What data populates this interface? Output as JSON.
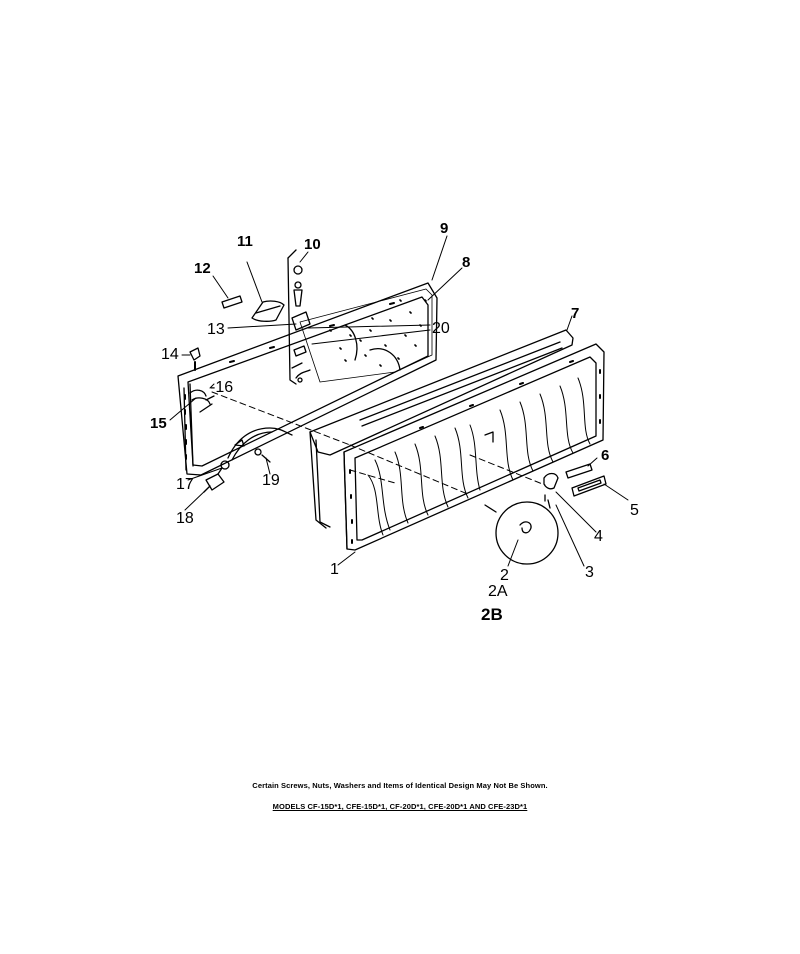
{
  "part_labels": [
    {
      "id": "1",
      "text": "1"
    },
    {
      "id": "2",
      "text": "2"
    },
    {
      "id": "2A",
      "text": "2A"
    },
    {
      "id": "2B",
      "text": "2B"
    },
    {
      "id": "3",
      "text": "3"
    },
    {
      "id": "4",
      "text": "4"
    },
    {
      "id": "5",
      "text": "5"
    },
    {
      "id": "6",
      "text": "6"
    },
    {
      "id": "7",
      "text": "7"
    },
    {
      "id": "8",
      "text": "8"
    },
    {
      "id": "9",
      "text": "9"
    },
    {
      "id": "10",
      "text": "10"
    },
    {
      "id": "11",
      "text": "11"
    },
    {
      "id": "12",
      "text": "12"
    },
    {
      "id": "13",
      "text": "13"
    },
    {
      "id": "14",
      "text": "14"
    },
    {
      "id": "15",
      "text": "15"
    },
    {
      "id": "16",
      "text": "-16"
    },
    {
      "id": "17",
      "text": "17"
    },
    {
      "id": "18",
      "text": "18"
    },
    {
      "id": "19",
      "text": "19"
    },
    {
      "id": "20",
      "text": "20"
    }
  ],
  "notes": {
    "disclaimer": "Certain Screws, Nuts, Washers and Items of Identical Design May Not Be Shown.",
    "models": "MODELS CF-15D*1, CFE-15D*1, CF-20D*1, CFE-20D*1 AND CFE-23D*1"
  }
}
